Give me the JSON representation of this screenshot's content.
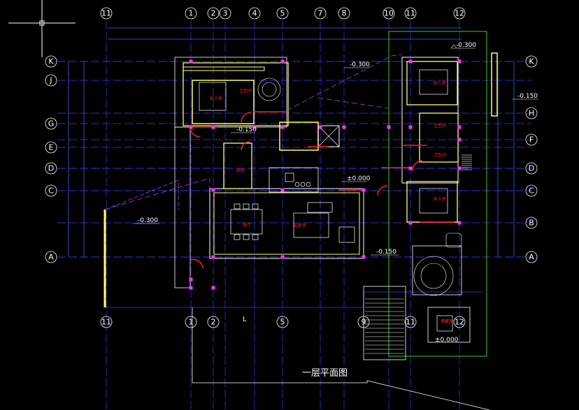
{
  "drawing": {
    "title": "一层平面图",
    "axis_top": [
      "1",
      "2",
      "3",
      "4",
      "5",
      "7",
      "8",
      "10",
      "11",
      "12"
    ],
    "axis_top_left": "11",
    "axis_left": [
      "K",
      "J",
      "G",
      "E",
      "D",
      "C",
      "A"
    ],
    "axis_right": [
      "K",
      "H",
      "F",
      "D",
      "C",
      "B",
      "A"
    ],
    "axis_bottom": [
      "11",
      "1",
      "2",
      "5",
      "9",
      "11",
      "12"
    ],
    "elevations": [
      "-0.300",
      "-0.150",
      "-0.150",
      "±0.000",
      "-0.300",
      "-0.300",
      "-0.150",
      "±0.000"
    ],
    "rooms": [
      "卫生间",
      "卧人房",
      "厨房",
      "餐厅",
      "起居室",
      "卧人房",
      "卫生间",
      "卫生间",
      "卧人房",
      "储藏室"
    ],
    "grid_marker": "L"
  },
  "colors": {
    "background": "#000000",
    "grid": "#2a2aff",
    "wall": "#ffff66",
    "outline": "#ffffff",
    "magenta": "#ff33ff",
    "red": "#ff2020",
    "green": "#33cc33"
  }
}
